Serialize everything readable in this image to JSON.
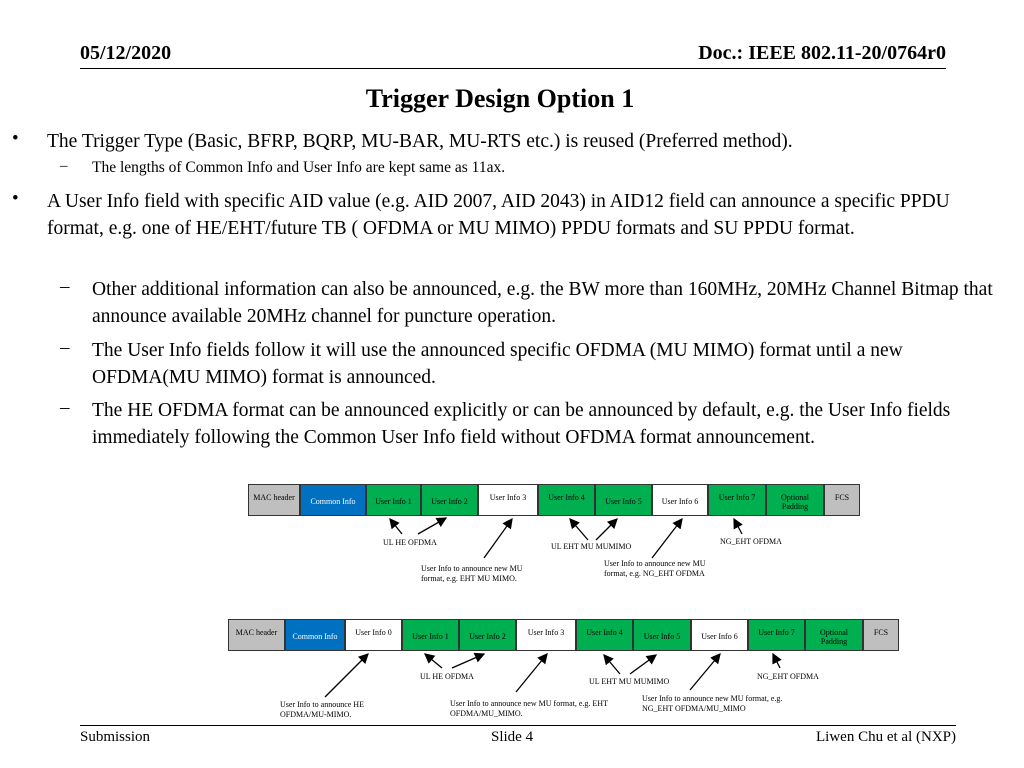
{
  "header": {
    "date": "05/12/2020",
    "doc": "Doc.: IEEE 802.11-20/0764r0"
  },
  "title": "Trigger Design Option 1",
  "bullets": {
    "b1": "The Trigger Type (Basic, BFRP, BQRP, MU-BAR, MU-RTS etc.) is reused (Preferred method).",
    "b1_sub": "The lengths of Common Info and User Info are kept same as 11ax.",
    "b2": "A User Info field with specific AID value (e.g. AID 2007, AID 2043) in AID12 field can announce a specific PPDU format, e.g. one of HE/EHT/future TB ( OFDMA or MU MIMO) PPDU formats and SU PPDU format.",
    "b2_sub1": "Other additional information can also be announced, e.g. the BW more than 160MHz, 20MHz Channel Bitmap that announce available 20MHz channel for puncture operation.",
    "b2_sub2": "The User Info fields follow it will use the announced specific OFDMA (MU MIMO) format until a new OFDMA(MU MIMO) format is announced.",
    "b2_sub3": "The HE OFDMA format can be announced explicitly or can be announced by default, e.g. the User Info fields immediately following the Common User Info field without OFDMA format announcement."
  },
  "diagram1": {
    "cells": [
      "MAC header",
      "Common Info",
      "User Info 1",
      "User Info 2",
      "User Info 3",
      "User Info 4",
      "User Info 5",
      "User Info 6",
      "User Info 7",
      "Optional Padding",
      "FCS"
    ],
    "labels": {
      "ul_he": "UL HE OFDMA",
      "ul_eht": "UL EHT MU MUMIMO",
      "ng_eht": "NG_EHT OFDMA",
      "ann_eht": "User Info to announce new MU format, e.g. EHT MU MIMO.",
      "ann_ng": "User Info to announce new MU format, e.g. NG_EHT OFDMA"
    }
  },
  "diagram2": {
    "cells": [
      "MAC header",
      "Common Info",
      "User Info 0",
      "User Info 1",
      "User Info 2",
      "User Info 3",
      "User Info 4",
      "User Info 5",
      "User Info 6",
      "User Info 7",
      "Optional Padding",
      "FCS"
    ],
    "labels": {
      "ul_he": "UL HE OFDMA",
      "ul_eht": "UL EHT MU MUMIMO",
      "ng_eht": "NG_EHT OFDMA",
      "ann_he": "User Info to announce HE OFDMA/MU-MIMO.",
      "ann_eht": "User Info to announce new MU format, e.g. EHT OFDMA/MU_MIMO.",
      "ann_ng": "User Info to announce new MU format, e.g. NG_EHT OFDMA/MU_MIMO"
    }
  },
  "footer": {
    "left": "Submission",
    "center": "Slide 4",
    "right": "Liwen Chu et al (NXP)"
  },
  "colors": {
    "blue": "#0070c0",
    "green": "#00b050",
    "gray": "#bfbfbf"
  }
}
